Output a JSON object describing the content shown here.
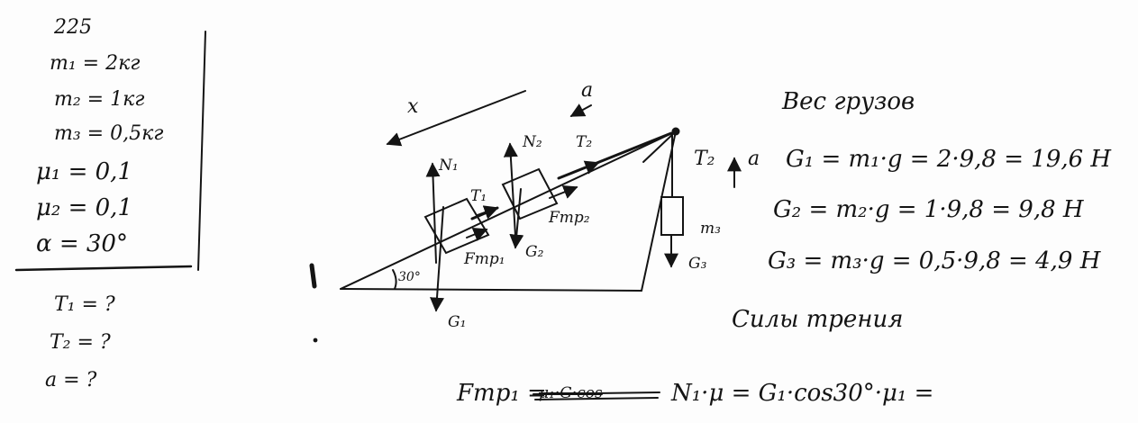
{
  "given": {
    "problem_number": "225",
    "lines": [
      "m₁ = 2кг",
      "m₂ = 1кг",
      "m₃ = 0,5кг",
      "μ₁ = 0,1",
      "μ₂ = 0,1",
      "α = 30°"
    ],
    "unknowns": [
      "T₁ = ?",
      "T₂ = ?",
      "a = ?"
    ]
  },
  "diagram": {
    "x_axis": "x",
    "accel": "a",
    "n1": "N₁",
    "n2": "N₂",
    "t1": "T₁",
    "t2_top": "T₂",
    "t2_right": "T₂",
    "accel_right": "a",
    "ftr1": "Fтр₁",
    "ftr2": "Fтр₂",
    "g1": "G₁",
    "g2": "G₂",
    "g3": "G₃",
    "m3": "m₃",
    "angle": "30°"
  },
  "solution": {
    "weights_title": "Вес грузов",
    "g1_eq": "G₁ = m₁·g = 2·9,8 = 19,6 Н",
    "g2_eq": "G₂ = m₂·g = 1·9,8 = 9,8 Н",
    "g3_eq": "G₃ = m₃·g = 0,5·9,8 = 4,9 Н",
    "friction_title": "Силы трения",
    "ftr_lhs": "Fтр₁ =",
    "ftr_struck": "μ₁·G·cos",
    "ftr_rhs": "N₁·μ = G₁·cos30°·μ₁ ="
  },
  "colors": {
    "ink": "#141414",
    "paper": "#fdfdfd"
  }
}
